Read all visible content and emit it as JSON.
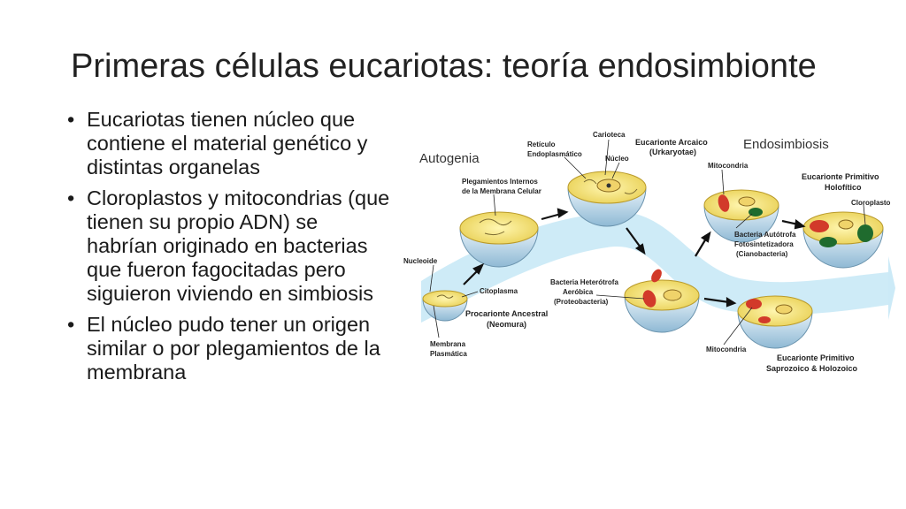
{
  "slide": {
    "title": "Primeras células eucariotas: teoría endosimbionte",
    "bullets": [
      "Eucariotas tienen núcleo que contiene el material genético y distintas organelas",
      "Cloroplastos y mitocondrias (que tienen su propio ADN) se habrían originado en bacterias que fueron fagocitadas pero siguieron viviendo en simbiosis",
      "El núcleo pudo tener un origen similar o por plegamientos de la membrana"
    ]
  },
  "diagram": {
    "autogenia": "Autogenia",
    "endosimbiosis": "Endosimbiosis",
    "plegamientos_1": "Plegamientos Internos",
    "plegamientos_2": "de la Membrana Celular",
    "reticulo_1": "Retículo",
    "reticulo_2": "Endoplasmático",
    "carioteca": "Carioteca",
    "nucleo": "Núcleo",
    "arcaico_1": "Eucarionte Arcaico",
    "arcaico_2": "(Urkaryotae)",
    "mitocondria_top": "Mitocondria",
    "holofitico_1": "Eucarionte Primitivo",
    "holofitico_2": "Holofítico",
    "cloroplasto": "Cloroplasto",
    "autotrofa_1": "Bacteria Autótrofa",
    "autotrofa_2": "Fotosintetizadora",
    "autotrofa_3": "(Cianobacteria)",
    "nucleoide": "Nucleoide",
    "citoplasma": "Citoplasma",
    "heterotrofa_1": "Bacteria Heterótrofa",
    "heterotrofa_2": "Aeróbica",
    "heterotrofa_3": "(Proteobacteria)",
    "procarionte_1": "Procarionte Ancestral",
    "procarionte_2": "(Neomura)",
    "membrana_1": "Membrana",
    "membrana_2": "Plasmática",
    "mitocondria_bottom": "Mitocondria",
    "saprozoico_1": "Eucarionte Primitivo",
    "saprozoico_2": "Saprozoico & Holozoico",
    "colors": {
      "band": "#bfe6f5",
      "cell_top": "#f4e27a",
      "cell_body": "#cfe4f0",
      "mito": "#d23a2a",
      "chloro": "#1f6b2e"
    }
  }
}
